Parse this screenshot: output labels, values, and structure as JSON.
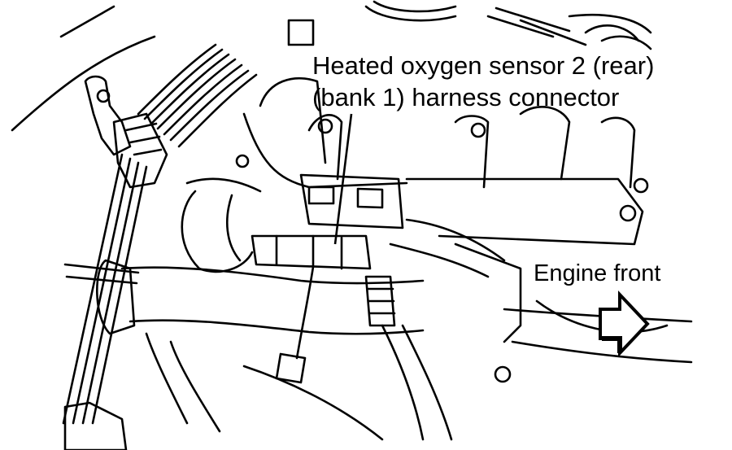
{
  "labels": {
    "sensor_line1": "Heated oxygen sensor 2 (rear)",
    "sensor_line2": "(bank 1) harness connector",
    "engine_front": "Engine front"
  },
  "colors": {
    "line": "#000000",
    "background": "#ffffff"
  }
}
